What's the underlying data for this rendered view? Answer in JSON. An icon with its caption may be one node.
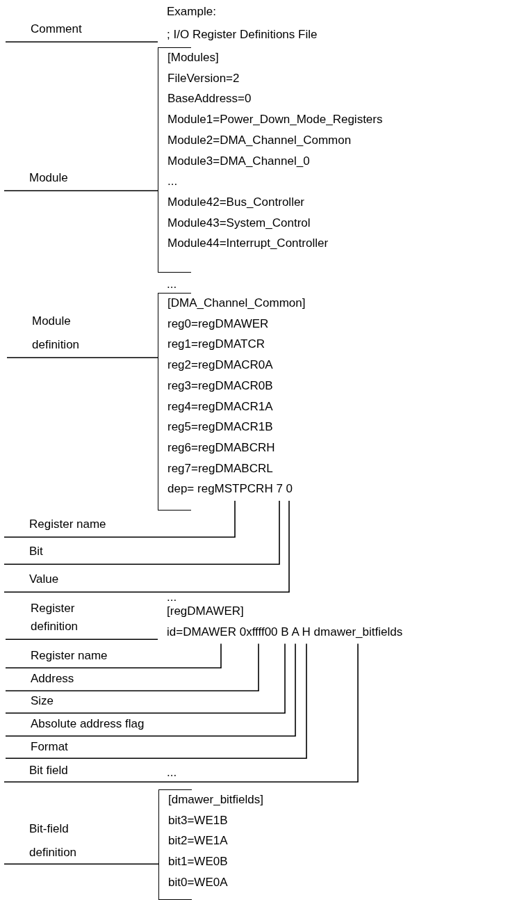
{
  "diagram": {
    "nodes": [
      {
        "text": [
          "Comment"
        ]
      },
      {
        "text": [
          "; I/O Register Definitions File"
        ]
      },
      {
        "text": [
          "Module"
        ]
      },
      {
        "text": [
          "[Modules]",
          "FileVersion=2",
          "BaseAddress=0",
          "Module1=Power_Down_Mode_Registers",
          "Module2=DMA_Channel_Common",
          "Module3=DMA_Channel_0",
          "...",
          "Module42=Bus_Controller",
          "Module43=System_Control",
          "Module44=Interrupt_Controller"
        ]
      },
      {
        "text": [
          "Module definition"
        ]
      },
      {
        "text": [
          "[DMA_Channel_Common]",
          "reg0=regDMAWER",
          "reg1=regDMATCR",
          "reg2=regDMACR0A",
          "reg3=regDMACR0B",
          "reg4=regDMACR1A",
          "reg5=regDMACR1B",
          "reg6=regDMABCRH",
          "reg7=regDMABCRL",
          "dep= regMSTPCRH 7 0"
        ]
      },
      {
        "text": [
          "Register name"
        ]
      },
      {
        "text": [
          "Bit"
        ]
      },
      {
        "text": [
          "Value"
        ]
      },
      {
        "text": [
          "Register definition"
        ]
      },
      {
        "text": [
          "[regDMAWER]",
          "id=DMAWER 0xffff00 B A H dmawer_bitfields"
        ]
      },
      {
        "text": [
          "Register name"
        ]
      },
      {
        "text": [
          "Address"
        ]
      },
      {
        "text": [
          "Size"
        ]
      },
      {
        "text": [
          "Absolute address flag"
        ]
      },
      {
        "text": [
          "Format"
        ]
      },
      {
        "text": [
          "Bit field"
        ]
      },
      {
        "text": [
          "Bit-field definition"
        ]
      },
      {
        "text": [
          "[dmawer_bitfields]",
          "bit3=WE1B",
          "bit2=WE1A",
          "bit1=WE0B",
          "bit0=WE0A"
        ]
      }
    ],
    "edges": [
      {
        "from": 0,
        "to": 1,
        "arrow": "none"
      },
      {
        "from": 2,
        "to": 3,
        "arrow": "none"
      },
      {
        "from": 4,
        "to": 5,
        "arrow": "none"
      },
      {
        "from": 6,
        "to": 5,
        "arrow": "none"
      },
      {
        "from": 7,
        "to": 5,
        "arrow": "none"
      },
      {
        "from": 8,
        "to": 5,
        "arrow": "none"
      },
      {
        "from": 9,
        "to": 10,
        "arrow": "none"
      },
      {
        "from": 11,
        "to": 10,
        "arrow": "none"
      },
      {
        "from": 12,
        "to": 10,
        "arrow": "none"
      },
      {
        "from": 13,
        "to": 10,
        "arrow": "none"
      },
      {
        "from": 14,
        "to": 10,
        "arrow": "none"
      },
      {
        "from": 15,
        "to": 10,
        "arrow": "none"
      },
      {
        "from": 16,
        "to": 10,
        "arrow": "none"
      },
      {
        "from": 17,
        "to": 18,
        "arrow": "none"
      }
    ],
    "labels": [
      "Example:",
      "...",
      "...",
      "..."
    ]
  }
}
